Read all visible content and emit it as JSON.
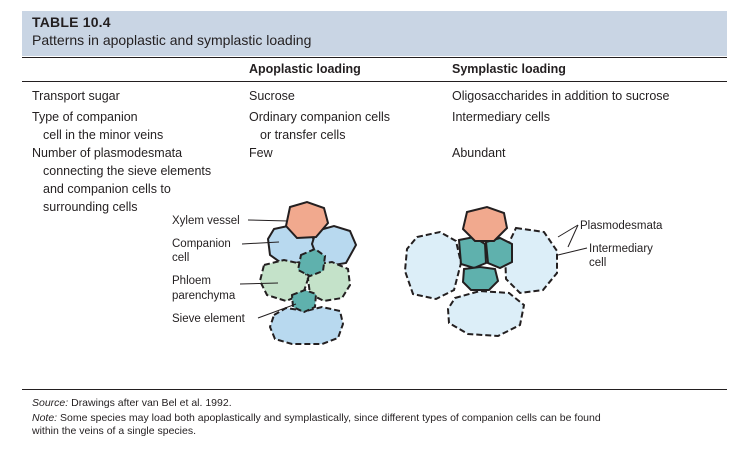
{
  "table": {
    "number": "TABLE 10.4",
    "title": "Patterns in apoplastic and symplastic loading"
  },
  "columns": {
    "apoplastic": "Apoplastic loading",
    "symplastic": "Symplastic loading"
  },
  "rows": [
    {
      "label_lines": [
        "Transport sugar"
      ],
      "apoplastic_lines": [
        "Sucrose"
      ],
      "symplastic_lines": [
        "Oligosaccharides in addition to sucrose"
      ]
    },
    {
      "label_lines": [
        "Type of companion",
        "cell in the minor veins"
      ],
      "apoplastic_lines": [
        "Ordinary companion cells",
        "or transfer cells"
      ],
      "symplastic_lines": [
        "Intermediary cells"
      ]
    },
    {
      "label_lines": [
        "Number of plasmodesmata",
        "connecting the sieve elements",
        "and companion cells to",
        "surrounding cells"
      ],
      "apoplastic_lines": [
        "Few"
      ],
      "symplastic_lines": [
        "Abundant"
      ]
    }
  ],
  "diagram_labels": {
    "xylem": "Xylem vessel",
    "companion_1": "Companion",
    "companion_2": "cell",
    "phloem_1": "Phloem",
    "phloem_2": "parenchyma",
    "sieve": "Sieve element",
    "plasmodesmata": "Plasmodesmata",
    "intermediary_1": "Intermediary",
    "intermediary_2": "cell"
  },
  "colors": {
    "header_bg": "#c9d5e4",
    "xylem": "#f1a98e",
    "companion": "#b8d9ef",
    "sieve": "#5fb1ad",
    "phloem_parenchyma": "#c4e2c9",
    "intermediary": "#dceef8"
  },
  "footer": {
    "source_label": "Source:",
    "source_text": " Drawings after van Bel et al. 1992.",
    "note_label": "Note:",
    "note_line1": " Some species may load both apoplastically and symplastically, since different types of companion cells can be found",
    "note_line2": "within the veins of a single species."
  }
}
